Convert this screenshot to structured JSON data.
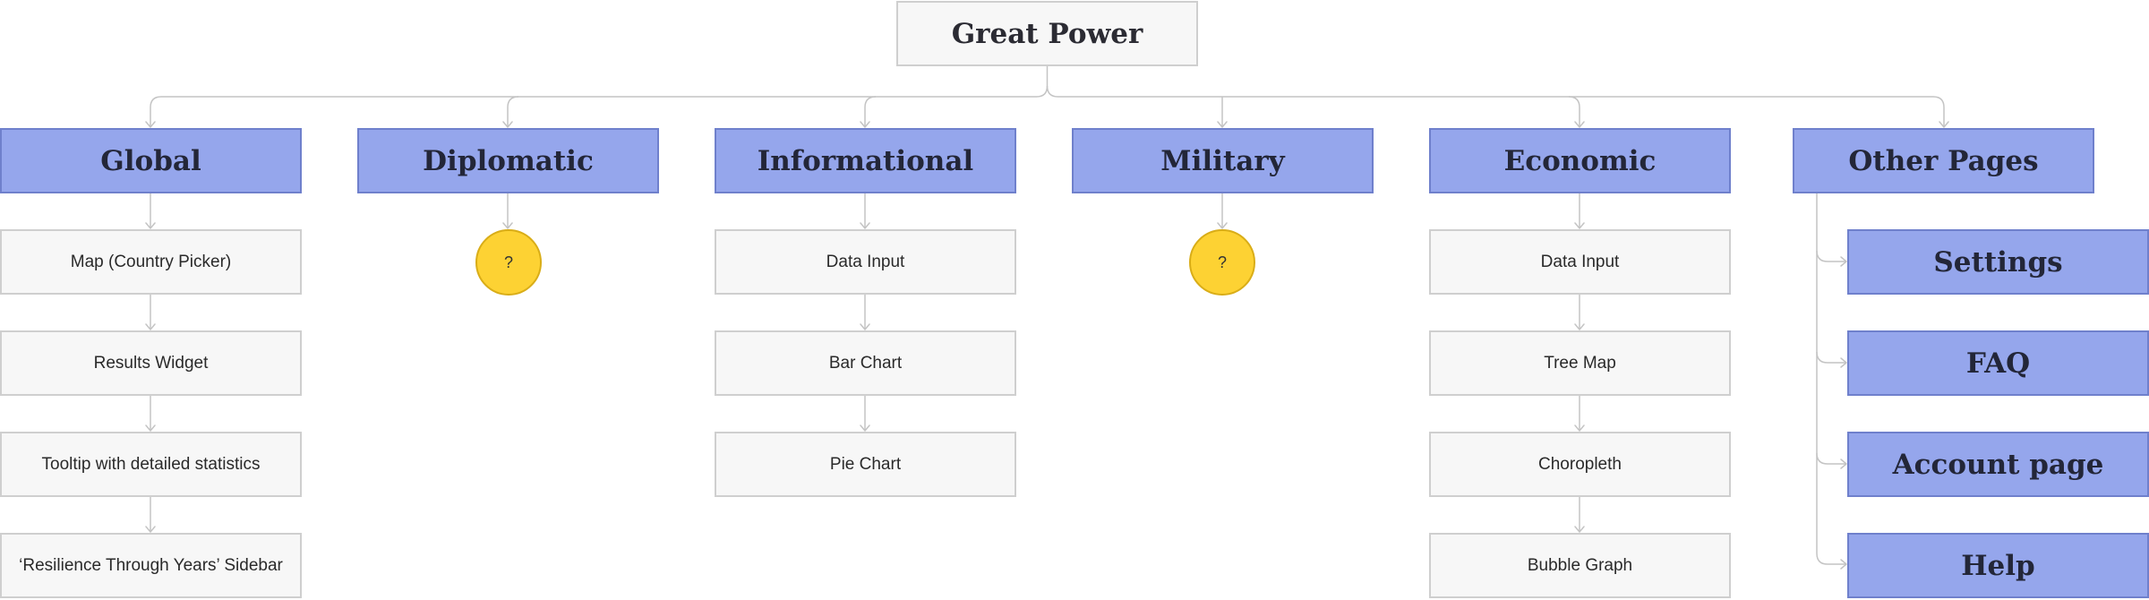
{
  "root": {
    "label": "Great Power"
  },
  "categories": [
    {
      "label": "Global"
    },
    {
      "label": "Diplomatic"
    },
    {
      "label": "Informational"
    },
    {
      "label": "Military"
    },
    {
      "label": "Economic"
    },
    {
      "label": "Other Pages"
    }
  ],
  "global_items": [
    {
      "label": "Map (Country Picker)"
    },
    {
      "label": "Results Widget"
    },
    {
      "label": "Tooltip with detailed statistics"
    },
    {
      "label": "‘Resilience Through Years’ Sidebar"
    }
  ],
  "diplomatic_unknown": {
    "label": "?"
  },
  "informational_items": [
    {
      "label": "Data Input"
    },
    {
      "label": "Bar Chart"
    },
    {
      "label": "Pie Chart"
    }
  ],
  "military_unknown": {
    "label": "?"
  },
  "economic_items": [
    {
      "label": "Data Input"
    },
    {
      "label": "Tree Map"
    },
    {
      "label": "Choropleth"
    },
    {
      "label": "Bubble Graph"
    }
  ],
  "other_pages": [
    {
      "label": "Settings"
    },
    {
      "label": "FAQ"
    },
    {
      "label": "Account page"
    },
    {
      "label": "Help"
    }
  ],
  "colors": {
    "category_fill": "#95a6ec",
    "category_border": "#6f80cc",
    "node_fill": "#f7f7f7",
    "node_border": "#cfcfcf",
    "unknown_fill": "#fdd233",
    "connector": "#c4c4c4"
  }
}
